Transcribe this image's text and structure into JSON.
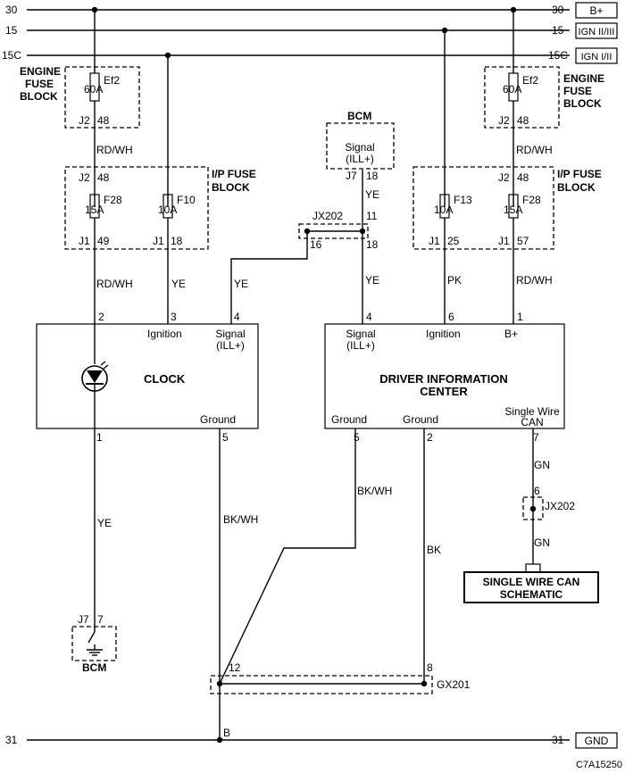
{
  "rails": {
    "r30": {
      "left": "30",
      "right": "30",
      "tag": "B+"
    },
    "r15": {
      "left": "15",
      "right": "15",
      "tag": "IGN II/III"
    },
    "r15c": {
      "left": "15C",
      "right": "15C",
      "tag": "IGN I/II"
    },
    "r31": {
      "left": "31",
      "right": "31",
      "tag": "GND"
    }
  },
  "engine_fuse_left": {
    "title": [
      "ENGINE",
      "FUSE",
      "BLOCK"
    ],
    "fuse_name": "Ef2",
    "rating": "60A",
    "connector": "J2",
    "pin": "48"
  },
  "engine_fuse_right": {
    "title": [
      "ENGINE",
      "FUSE",
      "BLOCK"
    ],
    "fuse_name": "Ef2",
    "rating": "60A",
    "connector": "J2",
    "pin": "48"
  },
  "ip_fuse_left": {
    "title": [
      "I/P FUSE",
      "BLOCK"
    ],
    "in_conn": "J2",
    "in_pin": "48",
    "fuse_a": {
      "name": "F28",
      "rating": "15A",
      "conn": "J1",
      "pin": "49"
    },
    "fuse_b": {
      "name": "F10",
      "rating": "10A",
      "conn": "J1",
      "pin": "18"
    }
  },
  "ip_fuse_right": {
    "title": [
      "I/P FUSE",
      "BLOCK"
    ],
    "in_conn": "J2",
    "in_pin": "48",
    "fuse_a": {
      "name": "F13",
      "rating": "10A",
      "conn": "J1",
      "pin": "25"
    },
    "fuse_b": {
      "name": "F28",
      "rating": "15A",
      "conn": "J1",
      "pin": "57"
    }
  },
  "bcm_top": {
    "title": "BCM",
    "signal": "Signal",
    "signal_sub": "(ILL+)",
    "conn": "J7",
    "pin": "18"
  },
  "jx202_top": {
    "name": "JX202",
    "pin_left": "16",
    "pin_top": "11",
    "pin_bottom": "18"
  },
  "clock": {
    "title": "CLOCK",
    "pins": {
      "p2": "2",
      "p3": "3",
      "p4": "4",
      "p1": "1",
      "p5": "5"
    },
    "labels": {
      "ignition": "Ignition",
      "signal": "Signal",
      "signal_sub": "(ILL+)",
      "ground": "Ground"
    }
  },
  "dic": {
    "title": [
      "DRIVER INFORMATION",
      "CENTER"
    ],
    "pins": {
      "p4": "4",
      "p6": "6",
      "p1": "1",
      "p5": "5",
      "p2": "2",
      "p7": "7"
    },
    "labels": {
      "signal": "Signal",
      "signal_sub": "(ILL+)",
      "ignition": "Ignition",
      "bplus": "B+",
      "ground1": "Ground",
      "ground2": "Ground",
      "can": "Single Wire",
      "can_sub": "CAN"
    }
  },
  "wires": {
    "rdwh_1": "RD/WH",
    "rdwh_2": "RD/WH",
    "ye_1": "YE",
    "ye_2": "YE",
    "ye_3": "YE",
    "ye_4": "YE",
    "pk": "PK",
    "rdwh_3": "RD/WH",
    "rdwh_4": "RD/WH",
    "ye_5": "YE",
    "bkwh_1": "BK/WH",
    "bkwh_2": "BK/WH",
    "bk": "BK",
    "gn_1": "GN",
    "gn_2": "GN"
  },
  "jx202_bottom": {
    "name": "JX202",
    "pin": "6"
  },
  "can_schematic": [
    "SINGLE WIRE CAN",
    "SCHEMATIC"
  ],
  "bcm_bottom": {
    "title": "BCM",
    "conn": "J7",
    "pin": "7"
  },
  "gx201": {
    "name": "GX201",
    "pin_left": "12",
    "pin_right": "8"
  },
  "ground_b": "B",
  "diagram_code": "C7A15250"
}
